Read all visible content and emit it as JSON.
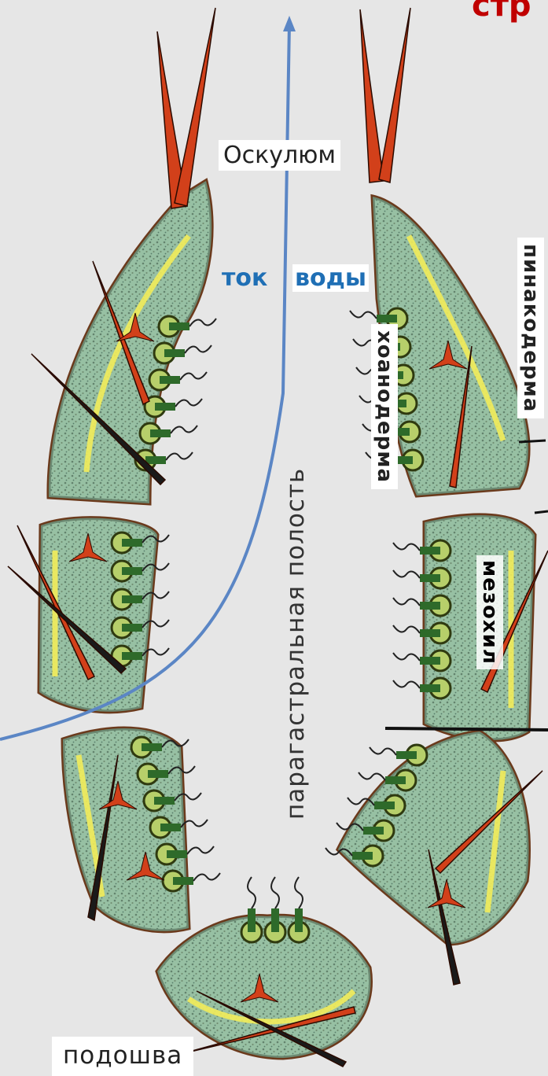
{
  "header": {
    "title_fragment": "стр"
  },
  "labels": {
    "osculum": "Оскулюм",
    "water_flow_1": "ток",
    "water_flow_2": "воды",
    "pinacoderm": "пинакодерма",
    "choanoderm": "хоанодерма",
    "mesohyl": "мезохил",
    "paragastral_cavity": "парагастральная полость",
    "sole": "подошва"
  },
  "colors": {
    "background": "#e6e6e6",
    "flow_arrow": "#5b86c5",
    "flow_text": "#1f6fb5",
    "title_red": "#c00000",
    "spicule": "#d2401a",
    "cell_brown": "#6b3a1c",
    "cell_fill": "#d8c49a",
    "mesohyl_teal": "#6cc9b8",
    "mesohyl_light": "#bfe8d8",
    "yellow": "#f2ec5a",
    "collar_green": "#b7cf6a"
  }
}
